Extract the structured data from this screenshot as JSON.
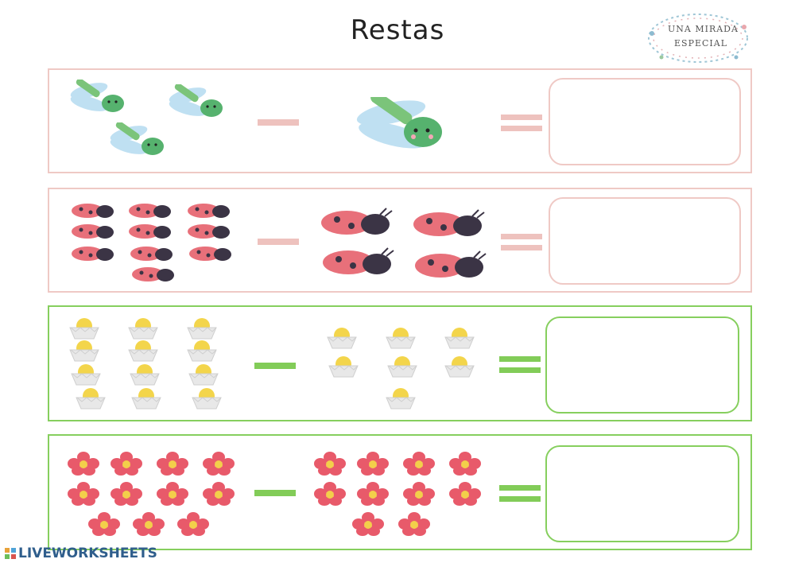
{
  "title": "Restas",
  "logo": {
    "line1": "UNA MIRADA",
    "line2": "ESPECIAL"
  },
  "colors": {
    "pink": "#efc9c5",
    "green": "#86cf5e",
    "minus_pink": "#eec2be",
    "minus_green": "#82cc58"
  },
  "rows": [
    {
      "item": "dragonfly-icon",
      "left_count": 3,
      "right_count": 1,
      "operator": "−",
      "equals": "=",
      "answer": ""
    },
    {
      "item": "ladybug-icon",
      "left_count": 10,
      "right_count": 4,
      "operator": "−",
      "equals": "=",
      "answer": ""
    },
    {
      "item": "chick-icon",
      "left_count": 12,
      "right_count": 7,
      "operator": "−",
      "equals": "=",
      "answer": ""
    },
    {
      "item": "flower-icon",
      "left_count": 11,
      "right_count": 10,
      "operator": "−",
      "equals": "=",
      "answer": ""
    }
  ],
  "watermark": "LIVEWORKSHEETS"
}
